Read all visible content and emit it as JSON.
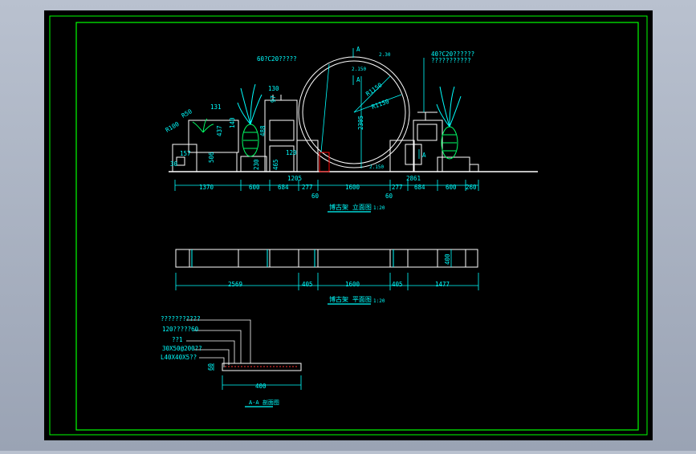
{
  "drawing": {
    "elevation": {
      "title": "博古架 立面图",
      "scale": "1:20",
      "section_mark_top": "A",
      "section_mark_mid": "A",
      "section_mark_right": "A",
      "note_top_left": "60?C20?????",
      "note_top_right_1": "40?C20??????",
      "note_top_right_2": "???????????",
      "arrow_label_1": "2.150",
      "arrow_label_2": "2.150",
      "arrow_label_3": "2.30",
      "ground_label_right": "2.150",
      "dim_r1150_1": "R1150",
      "dim_r1150_2": "R1150",
      "dim_2305": "2305",
      "dim_r100": "R100",
      "dim_r50": "R50",
      "dim_131": "131",
      "dim_140": "140",
      "dim_437": "437",
      "dim_157": "157",
      "dim_506": "506",
      "dim_30": "30",
      "dim_130": "130",
      "dim_97": "97",
      "dim_488": "488",
      "dim_120": "120",
      "dim_465": "465",
      "dim_230": "230",
      "dim_1205": "1205",
      "dim_2861": "2861",
      "bottom_dims": [
        "1370",
        "600",
        "684",
        "277",
        "1600",
        "277",
        "684",
        "600",
        "260"
      ],
      "dim_60_left": "60",
      "dim_60_right": "60"
    },
    "plan": {
      "title": "博古架 平面图",
      "scale": "1:20",
      "bottom_dims": [
        "2569",
        "405",
        "1600",
        "405",
        "1477"
      ],
      "dim_400": "400"
    },
    "section": {
      "title": "A-A 剖面图",
      "leader_labels": [
        "???????????",
        "120?????60",
        "??1",
        "30X50@200??",
        "L40X40X5??"
      ],
      "dim_60": "60",
      "dim_400": "400"
    }
  },
  "colors": {
    "background": "#000000",
    "frame": "#00ff00",
    "line": "#ffffff",
    "dim": "#00ffff",
    "accent": "#ff0000",
    "title": "#00ffff"
  }
}
